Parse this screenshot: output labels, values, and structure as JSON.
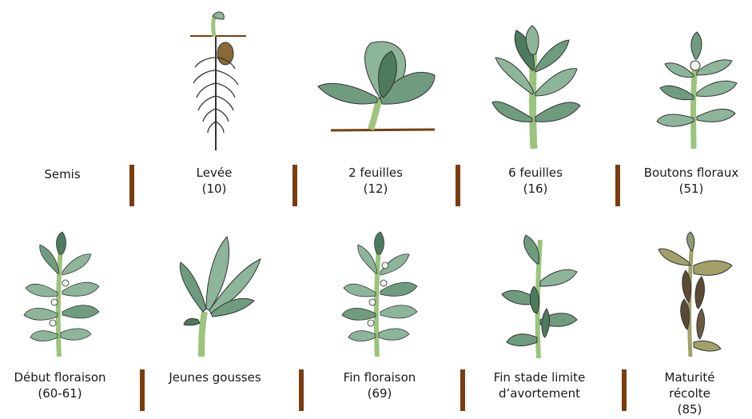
{
  "colors": {
    "separator": "#7a3d0e",
    "leaf_light": "#8db59a",
    "leaf_mid": "#6f9c7e",
    "leaf_dark": "#4e7a5e",
    "stem": "#9bc47c",
    "soil": "#7a3d0e",
    "seed": "#8a6a34",
    "leaf_mature_olive": "#a3a06a",
    "leaf_mature_brown": "#5b4a33"
  },
  "stages": [
    {
      "name": "Semis",
      "code": "",
      "icon": "none"
    },
    {
      "name": "Levée",
      "code": "(10)",
      "icon": "seedling-emergence-icon"
    },
    {
      "name": "2 feuilles",
      "code": "(12)",
      "icon": "two-leaf-plant-icon"
    },
    {
      "name": "6 feuilles",
      "code": "(16)",
      "icon": "six-leaf-plant-icon"
    },
    {
      "name": "Boutons floraux",
      "code": "(51)",
      "icon": "flower-bud-plant-icon"
    },
    {
      "name": "Début floraison",
      "code": "(60-61)",
      "icon": "early-flowering-plant-icon"
    },
    {
      "name": "Jeunes gousses",
      "code": "",
      "icon": "young-pods-plant-icon"
    },
    {
      "name": "Fin floraison",
      "code": "(69)",
      "icon": "end-flowering-plant-icon"
    },
    {
      "name": "Fin stade limite",
      "name2": "d’avortement",
      "code": "",
      "icon": "abortion-limit-plant-icon"
    },
    {
      "name": "Maturité",
      "name2": "récolte",
      "code": "(85)",
      "icon": "harvest-maturity-plant-icon"
    }
  ]
}
